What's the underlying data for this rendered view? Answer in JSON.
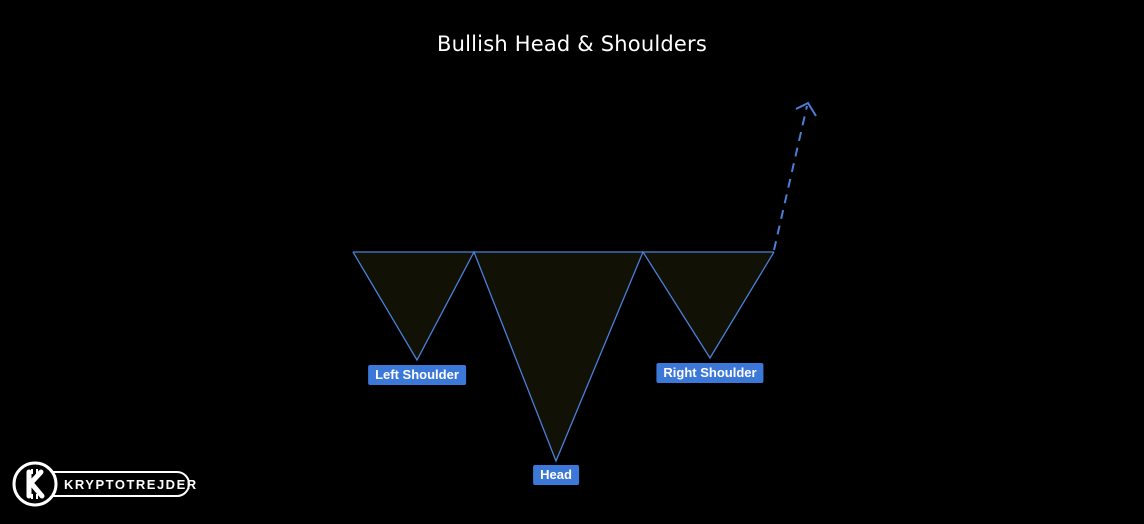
{
  "diagram": {
    "title": "Bullish Head & Shoulders",
    "labels": {
      "left_shoulder": "Left Shoulder",
      "head": "Head",
      "right_shoulder": "Right Shoulder"
    },
    "colors": {
      "background": "#000000",
      "line": "#4a7fd8",
      "fill": "#111106",
      "label_bg": "#3c78d8",
      "text": "#ffffff"
    }
  },
  "brand": {
    "name": "KRYPTOTREJDER",
    "logo_icon": "k-coin-icon"
  }
}
